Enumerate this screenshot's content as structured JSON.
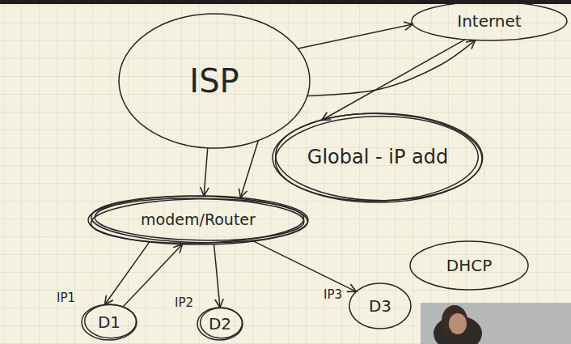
{
  "diagram": {
    "nodes": [
      {
        "text": [
          "ISP"
        ]
      },
      {
        "text": [
          "Internet"
        ]
      },
      {
        "text": [
          "Global - iP add"
        ]
      },
      {
        "text": [
          "modem/Router"
        ]
      },
      {
        "text": [
          "DHCP"
        ]
      },
      {
        "text": [
          "D1"
        ]
      },
      {
        "text": [
          "D2"
        ]
      },
      {
        "text": [
          "D3"
        ]
      }
    ],
    "edges": [
      {
        "from": 0,
        "to": 1,
        "arrow": "to"
      },
      {
        "from": 0,
        "to": 1,
        "arrow": "to"
      },
      {
        "from": 1,
        "to": 2,
        "arrow": "to"
      },
      {
        "from": 0,
        "to": 3,
        "arrow": "to"
      },
      {
        "from": 0,
        "to": 3,
        "arrow": "to"
      },
      {
        "from": 3,
        "to": 5,
        "arrow": "to"
      },
      {
        "from": 5,
        "to": 3,
        "arrow": "to"
      },
      {
        "from": 3,
        "to": 6,
        "arrow": "to"
      },
      {
        "from": 3,
        "to": 7,
        "arrow": "to"
      }
    ],
    "labels": [
      "IP1",
      "IP2",
      "IP3"
    ]
  }
}
